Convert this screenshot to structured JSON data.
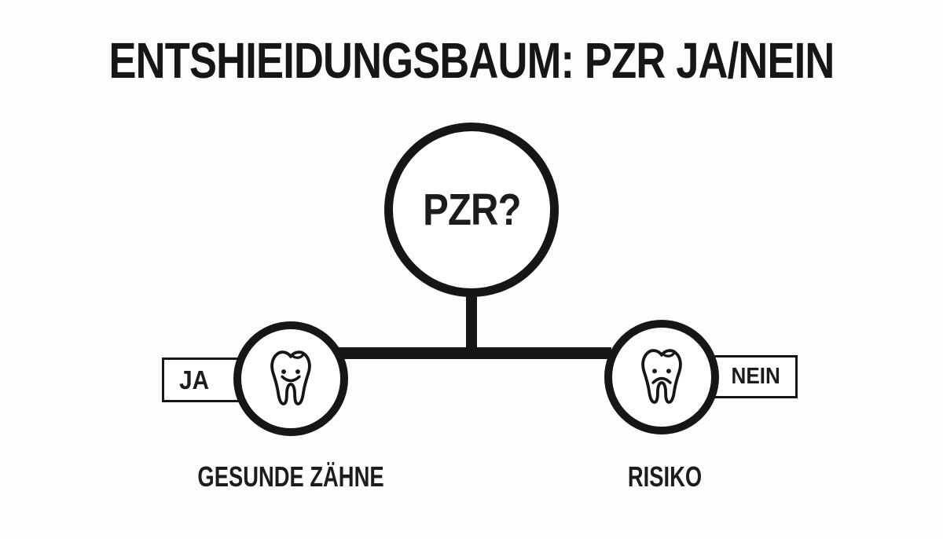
{
  "title": "ENTSHIEIDUNGSBAUM: PZR JA/NEIN",
  "root": {
    "label": "PZR?"
  },
  "branches": {
    "left": {
      "edge_label": "JA",
      "outcome_label": "GESUNDE ZÄHNE",
      "icon": "happy-tooth-icon"
    },
    "right": {
      "edge_label": "NEIN",
      "outcome_label": "RISIKO",
      "icon": "sad-tooth-icon"
    }
  },
  "colors": {
    "ink": "#161616",
    "background": "#fcfdfd",
    "node_fill": "#ffffff"
  }
}
